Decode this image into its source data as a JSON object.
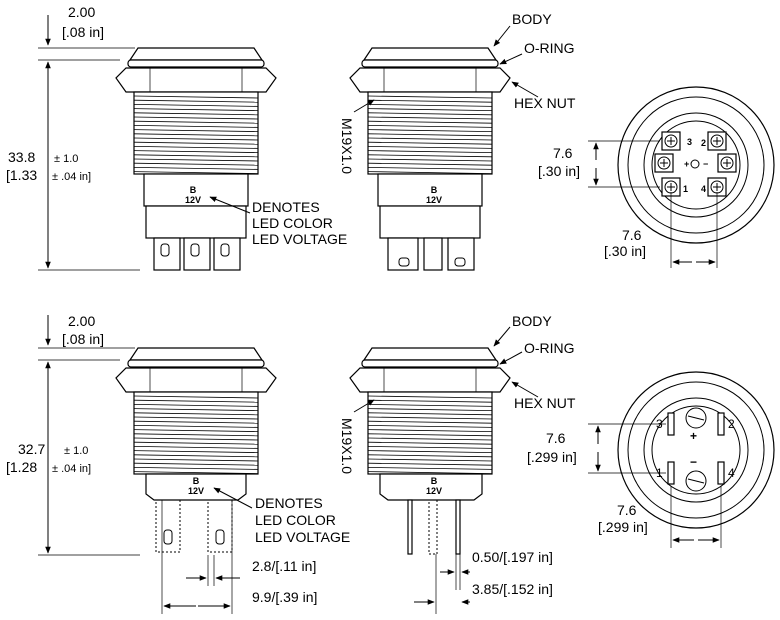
{
  "top": {
    "side": {
      "dim_top_mm": "2.00",
      "dim_top_in": "[.08 in]",
      "dim_height_mm": "33.8",
      "dim_height_tol": "± 1.0",
      "dim_height_in": "[1.33",
      "dim_height_in_tol": "± .04 in]",
      "marking_color": "B",
      "marking_voltage": "12V",
      "note_1": "DENOTES",
      "note_2": "LED COLOR",
      "note_3": "LED VOLTAGE"
    },
    "front": {
      "label_body": "BODY",
      "label_oring": "O-RING",
      "label_hexnut": "HEX NUT",
      "thread": "M19X1.0",
      "marking_color": "B",
      "marking_voltage": "12V"
    },
    "end": {
      "dim_v_mm": "7.6",
      "dim_v_in": "[.30 in]",
      "dim_h_mm": "7.6",
      "dim_h_in": "[.30 in]",
      "pin_labels": [
        "3",
        "+",
        "O",
        "−",
        "1",
        "4",
        "2"
      ]
    }
  },
  "bottom": {
    "side": {
      "dim_top_mm": "2.00",
      "dim_top_in": "[.08 in]",
      "dim_height_mm": "32.7",
      "dim_height_tol": "± 1.0",
      "dim_height_in": "[1.28",
      "dim_height_in_tol": "± .04 in]",
      "marking_color": "B",
      "marking_voltage": "12V",
      "note_1": "DENOTES",
      "note_2": "LED COLOR",
      "note_3": "LED VOLTAGE",
      "dim_pin_w": "2.8/[.11 in]",
      "dim_pin_span": "9.9/[.39 in]"
    },
    "front": {
      "label_body": "BODY",
      "label_oring": "O-RING",
      "label_hexnut": "HEX NUT",
      "thread": "M19X1.0",
      "marking_color": "B",
      "marking_voltage": "12V",
      "dim_pin_t": "0.50/[.197 in]",
      "dim_pin_off": "3.85/[.152 in]"
    },
    "end": {
      "dim_v_mm": "7.6",
      "dim_v_in": "[.299 in]",
      "dim_h_mm": "7.6",
      "dim_h_in": "[.299 in]",
      "pin_labels": [
        "3",
        "1",
        "+",
        "−",
        "2",
        "4"
      ]
    }
  }
}
